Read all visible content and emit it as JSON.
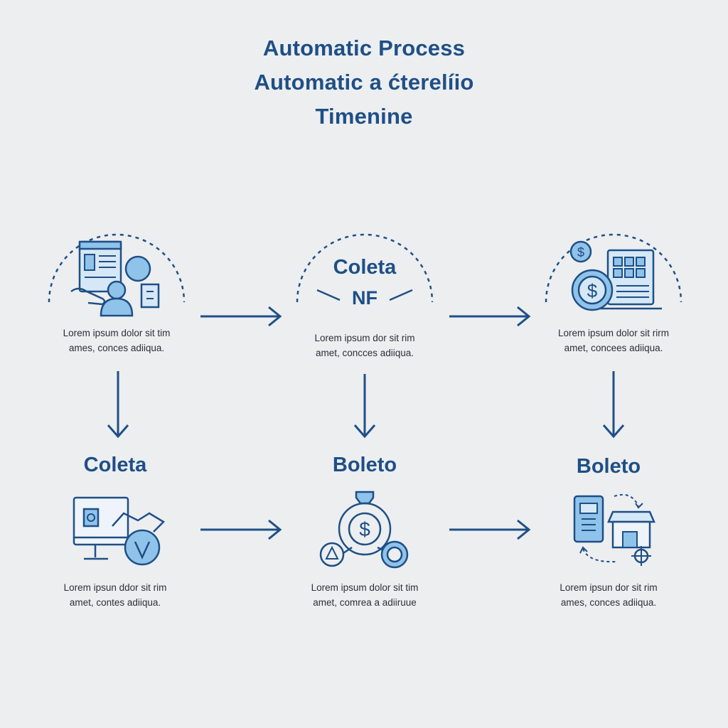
{
  "title": {
    "line1": "Automatic Process",
    "line2": "Automatic a ćterelíio",
    "line3": "Timenine"
  },
  "top_row": [
    {
      "icon": "document-user-icon",
      "label": "",
      "caption1": "Lorem ipsum dolor sit tim",
      "caption2": "ames, conces adiiqua."
    },
    {
      "icon": "coleta-nf-badge",
      "label_line1": "Coleta",
      "label_line2": "NF",
      "caption1": "Lorem ipsum dor sit rim",
      "caption2": "amet, concces adiiqua."
    },
    {
      "icon": "payment-invoice-icon",
      "label": "",
      "caption1": "Lorem ipsum dolor sit rirm",
      "caption2": "amet, concees adiiqua."
    }
  ],
  "bottom_row": [
    {
      "heading": "Coleta",
      "icon": "monitor-check-icon",
      "caption1": "Lorem ipsun ddor sit rim",
      "caption2": "amet, contes adiiqua."
    },
    {
      "heading": "Boleto",
      "icon": "dollar-network-icon",
      "caption1": "Lorem ipsum dolor sit tim",
      "caption2": "amet, comrea a adiiruue"
    },
    {
      "heading": "Boleto",
      "icon": "phone-store-icon",
      "caption1": "Lorem ipsun dor sit rim",
      "caption2": "ames, conces adiiqua."
    }
  ],
  "colors": {
    "accent": "#1f4f86",
    "light_blue": "#8fc3ea",
    "text": "#2b2f36",
    "background": "#eceef0"
  }
}
